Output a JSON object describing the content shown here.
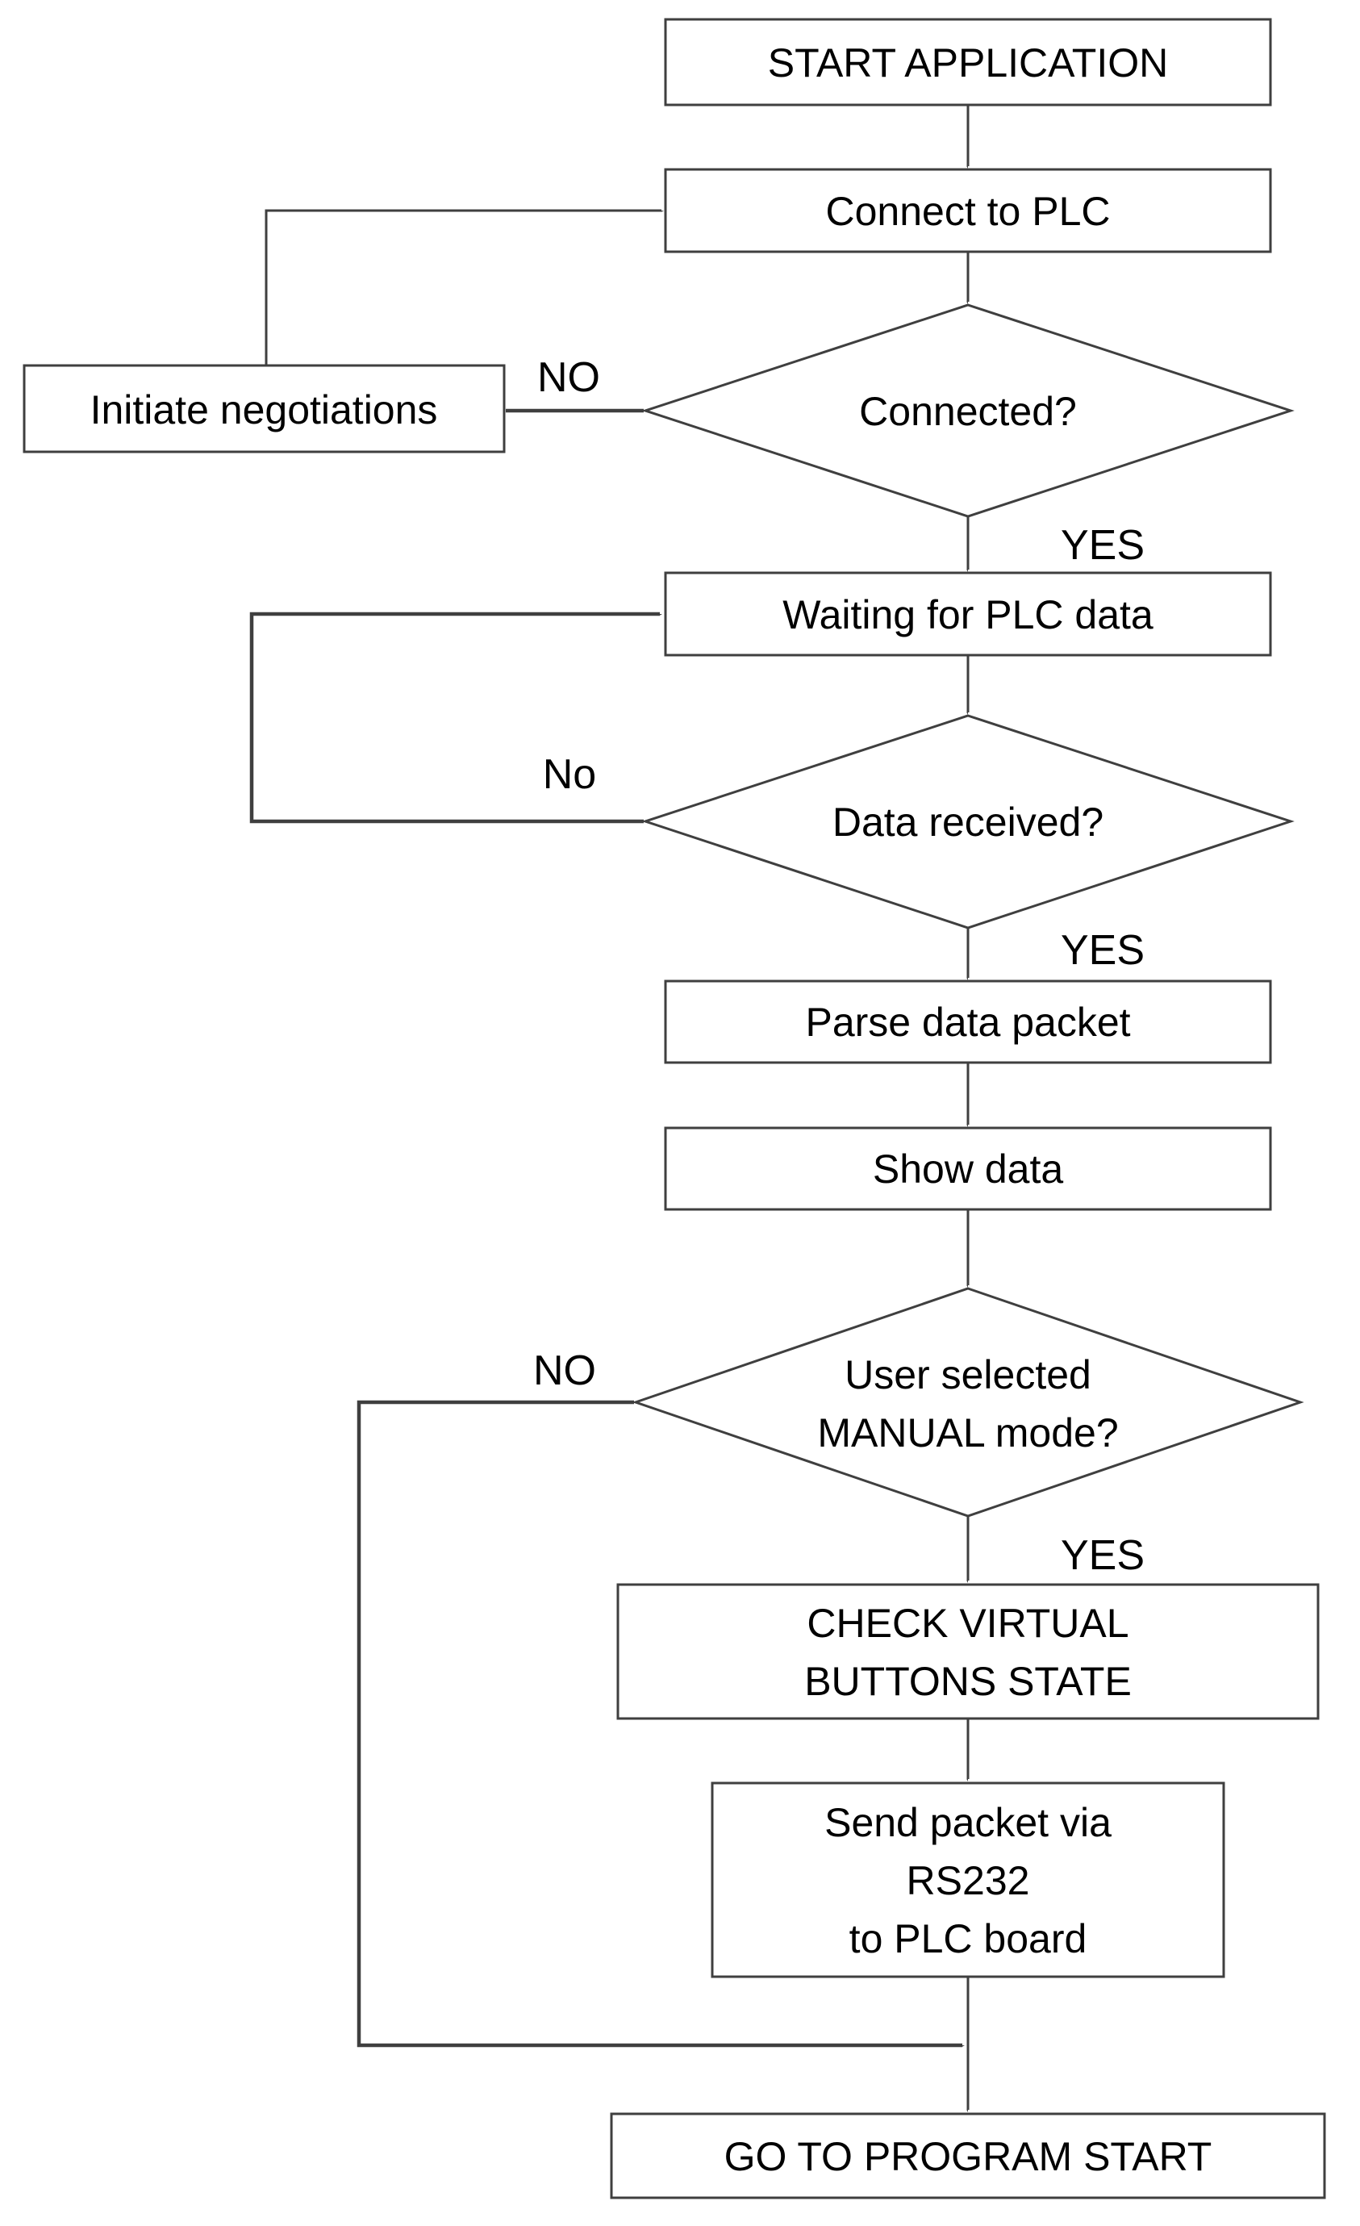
{
  "diagram": {
    "type": "flowchart",
    "background_color": "#ffffff",
    "line_color": "#3f3f3f",
    "text_color": "#000000",
    "nodes": {
      "start": {
        "shape": "process",
        "label": "START APPLICATION"
      },
      "connect": {
        "shape": "process",
        "label": "Connect to PLC"
      },
      "connected": {
        "shape": "decision",
        "label": "Connected?"
      },
      "initiate": {
        "shape": "process",
        "label": "Initiate negotiations"
      },
      "waiting": {
        "shape": "process",
        "label": "Waiting for PLC data"
      },
      "received": {
        "shape": "decision",
        "label": "Data received?"
      },
      "parse": {
        "shape": "process",
        "label": "Parse data packet"
      },
      "show": {
        "shape": "process",
        "label": "Show data"
      },
      "manual": {
        "shape": "decision",
        "line1": "User selected",
        "line2": "MANUAL mode?"
      },
      "check": {
        "shape": "process",
        "line1": "CHECK VIRTUAL",
        "line2": "BUTTONS STATE"
      },
      "send": {
        "shape": "process",
        "line1": "Send packet via",
        "line2": "RS232",
        "line3": "to PLC board"
      },
      "goto": {
        "shape": "process",
        "label": "GO TO PROGRAM START"
      }
    },
    "edge_labels": {
      "connected_no": "NO",
      "connected_yes": "YES",
      "received_no": "No",
      "received_yes": "YES",
      "manual_no": "NO",
      "manual_yes": "YES"
    },
    "edges": [
      {
        "from": "start",
        "to": "connect",
        "label": ""
      },
      {
        "from": "connect",
        "to": "connected",
        "label": ""
      },
      {
        "from": "connected",
        "to": "initiate",
        "label": "NO"
      },
      {
        "from": "initiate",
        "to": "connect",
        "label": ""
      },
      {
        "from": "connected",
        "to": "waiting",
        "label": "YES"
      },
      {
        "from": "waiting",
        "to": "received",
        "label": ""
      },
      {
        "from": "received",
        "to": "waiting",
        "label": "No"
      },
      {
        "from": "received",
        "to": "parse",
        "label": "YES"
      },
      {
        "from": "parse",
        "to": "show",
        "label": ""
      },
      {
        "from": "show",
        "to": "manual",
        "label": ""
      },
      {
        "from": "manual",
        "to": "check",
        "label": "YES"
      },
      {
        "from": "manual",
        "to": "goto",
        "label": "NO"
      },
      {
        "from": "check",
        "to": "send",
        "label": ""
      },
      {
        "from": "send",
        "to": "goto",
        "label": ""
      }
    ]
  }
}
